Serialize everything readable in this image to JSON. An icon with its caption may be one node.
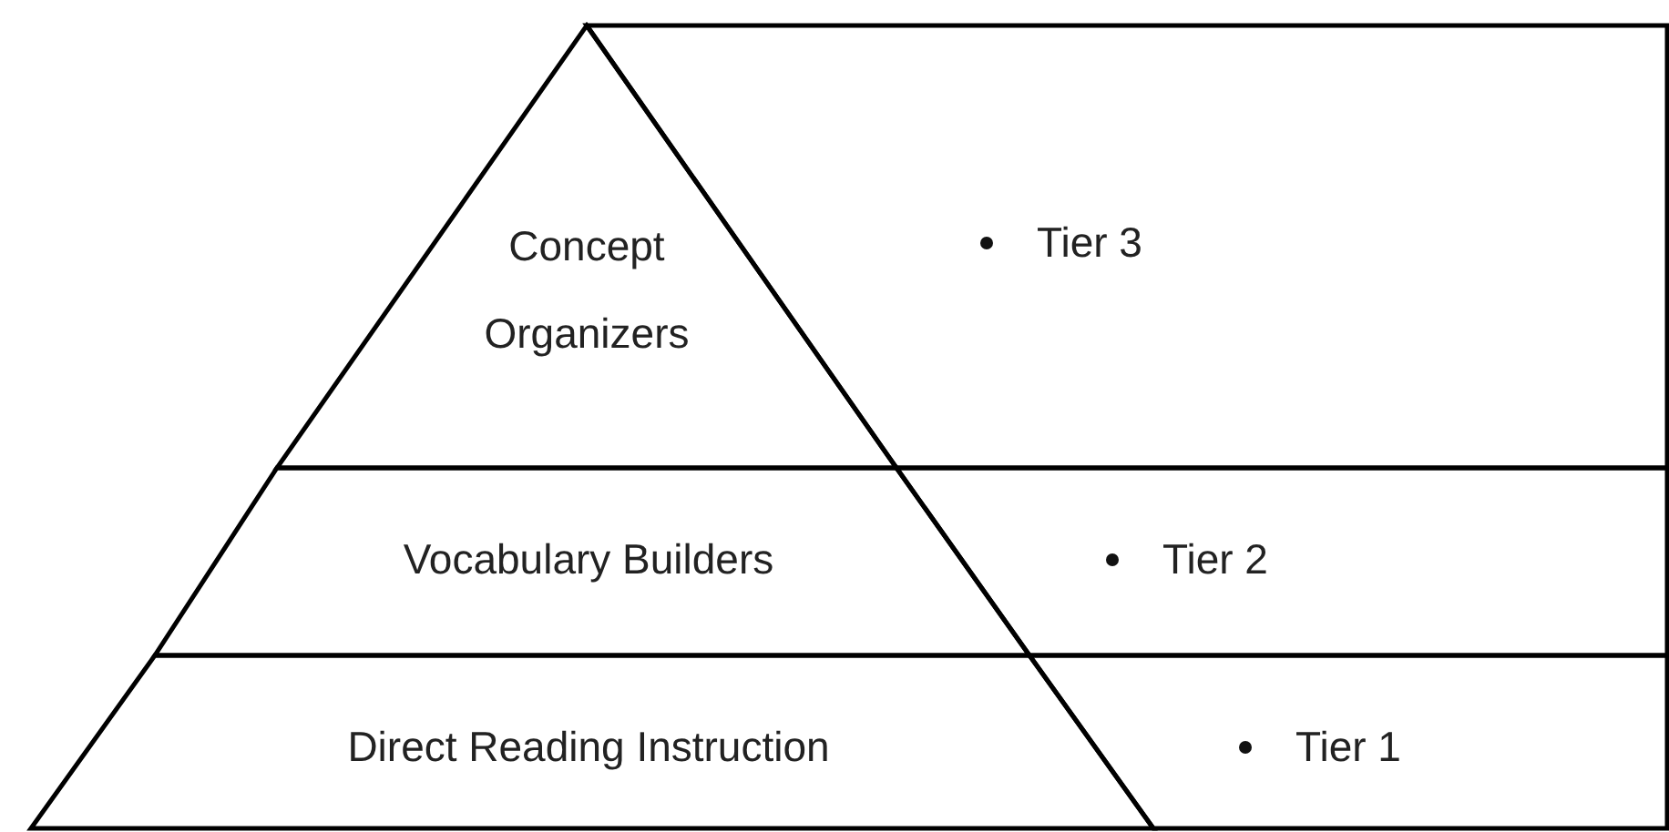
{
  "diagram": {
    "nodes": [
      {
        "text": [
          "Concept Organizers"
        ]
      },
      {
        "text": [
          "Tier 3"
        ]
      },
      {
        "text": [
          "Vocabulary Builders"
        ]
      },
      {
        "text": [
          "Tier 2"
        ]
      },
      {
        "text": [
          "Direct Reading Instruction"
        ]
      },
      {
        "text": [
          "Tier 1"
        ]
      }
    ],
    "edges": []
  }
}
